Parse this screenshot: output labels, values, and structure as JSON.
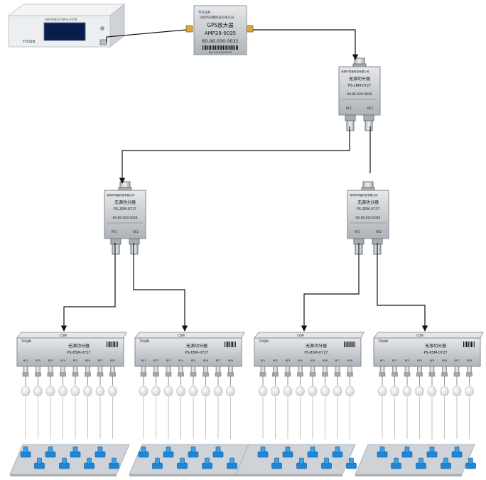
{
  "simulator": {
    "brand": "TOUJIN",
    "label": "GNSS/BDS SIMULATOR"
  },
  "amplifier": {
    "brand": "TOUJIN",
    "company": "深圳市同鑫科技有限公司",
    "title": "GPS放大器",
    "model": "AMP28-0035",
    "code": "60.06.030.0031",
    "serial": "SN: 20151015003"
  },
  "splitter2": {
    "company": "深圳市同鑫科技有限公司",
    "title": "无源功分器",
    "model": "PS-2RM-0727",
    "codes": [
      "60.06.020.0026",
      "60.06.020.0026",
      "60.06.020.0026"
    ],
    "ports": [
      "RF1",
      "RF2"
    ]
  },
  "splitter8": {
    "brand": "TOUJIN",
    "com_label": "COM",
    "title": "无源功分器",
    "model": "PS-8SM-0727",
    "ports": [
      "RF1",
      "RF2",
      "RF3",
      "RF4",
      "RF5",
      "RF6",
      "RF7",
      "RF8"
    ]
  },
  "colors": {
    "line": "#111111",
    "device_body": "#d2d5d8",
    "receiver": "#1f86d6",
    "platform": "#c9ccd0",
    "load": "#eef0f2"
  },
  "icons": {
    "receiver": "gps-receiver-icon",
    "load": "termination-load-icon"
  }
}
